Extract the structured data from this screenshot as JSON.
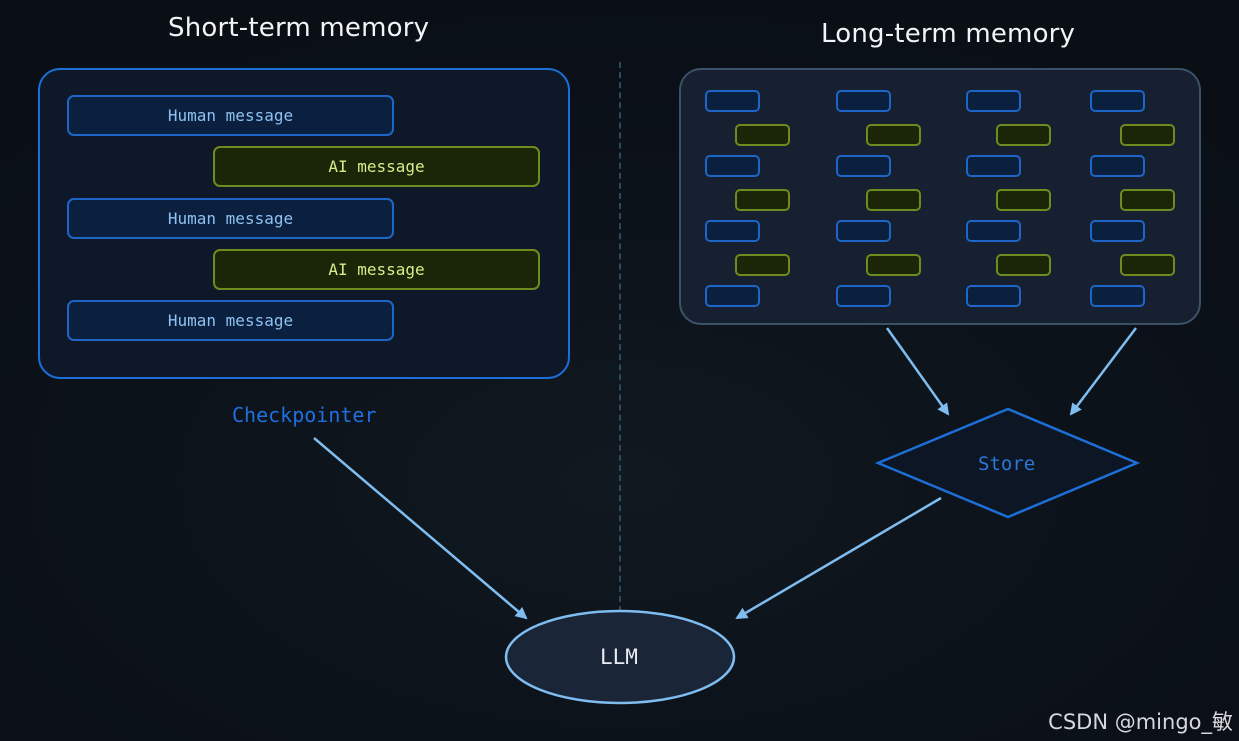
{
  "titles": {
    "short_term": "Short-term memory",
    "long_term": "Long-term memory"
  },
  "short_term_messages": [
    {
      "role": "human",
      "label": "Human message"
    },
    {
      "role": "ai",
      "label": "AI message"
    },
    {
      "role": "human",
      "label": "Human message"
    },
    {
      "role": "ai",
      "label": "AI message"
    },
    {
      "role": "human",
      "label": "Human message"
    }
  ],
  "labels": {
    "checkpointer": "Checkpointer",
    "store": "Store",
    "llm": "LLM"
  },
  "watermark": "CSDN @mingo_敏",
  "colors": {
    "human_border": "#1d65c7",
    "ai_border": "#6f8a1e",
    "arrow": "#7fbcf0",
    "accent_blue": "#1d6fd8"
  }
}
